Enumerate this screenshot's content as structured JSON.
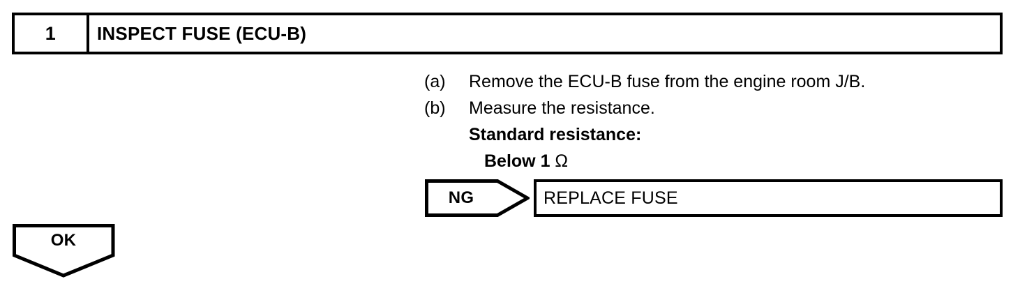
{
  "step": {
    "number": "1",
    "title": "INSPECT FUSE (ECU-B)"
  },
  "instructions": [
    {
      "marker": "(a)",
      "text": "Remove the ECU-B fuse from the engine room J/B."
    },
    {
      "marker": "(b)",
      "text": "Measure the resistance."
    }
  ],
  "spec": {
    "label": "Standard resistance:",
    "value": "Below 1 ",
    "unit": "Ω"
  },
  "branches": {
    "ng": {
      "label": "NG",
      "result": "REPLACE FUSE"
    },
    "ok": {
      "label": "OK"
    }
  },
  "colors": {
    "line": "#000000",
    "background": "#ffffff",
    "text": "#000000"
  }
}
